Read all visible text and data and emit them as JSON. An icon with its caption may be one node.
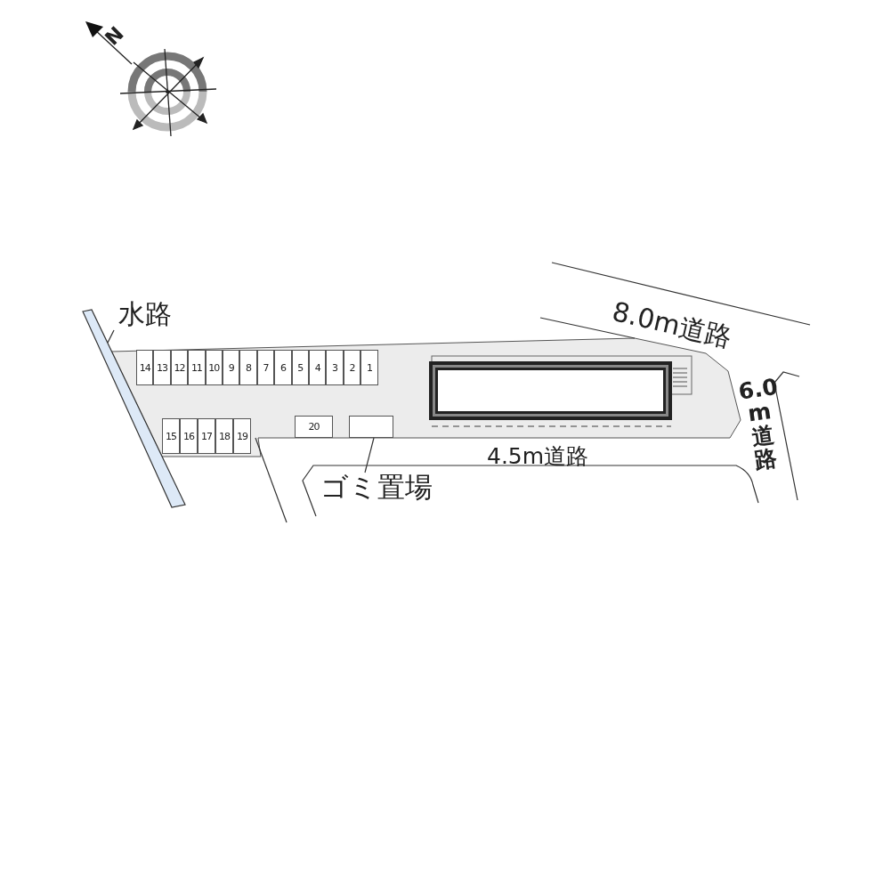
{
  "diagram": {
    "nodes": [
      {
        "text": [
          "水路"
        ]
      },
      {
        "text": [],
        "shape": "bar"
      },
      {
        "text": [
          "14"
        ]
      },
      {
        "text": [
          "13"
        ]
      },
      {
        "text": [
          "12"
        ]
      },
      {
        "text": [
          "11"
        ]
      },
      {
        "text": [
          "10"
        ]
      },
      {
        "text": [
          "9"
        ]
      },
      {
        "text": [
          "8"
        ]
      },
      {
        "text": [
          "7"
        ]
      },
      {
        "text": [
          "6"
        ]
      },
      {
        "text": [
          "5"
        ]
      },
      {
        "text": [
          "4"
        ]
      },
      {
        "text": [
          "3"
        ]
      },
      {
        "text": [
          "2"
        ]
      },
      {
        "text": [
          "1"
        ]
      },
      {
        "text": [
          "15"
        ]
      },
      {
        "text": [
          "16"
        ]
      },
      {
        "text": [
          "17"
        ]
      },
      {
        "text": [
          "18"
        ]
      },
      {
        "text": [
          "19"
        ]
      },
      {
        "text": [
          "20"
        ]
      },
      {
        "text": [],
        "shape": "box"
      },
      {
        "text": [
          "ゴミ置場"
        ]
      }
    ],
    "edges": [
      {
        "from": 0,
        "to": 1,
        "arrow": "none"
      },
      {
        "from": 23,
        "to": 22,
        "arrow": "none"
      }
    ],
    "labels": [
      "N",
      "8.0m道路",
      "4.5m道路",
      "6.0 m道路"
    ]
  }
}
